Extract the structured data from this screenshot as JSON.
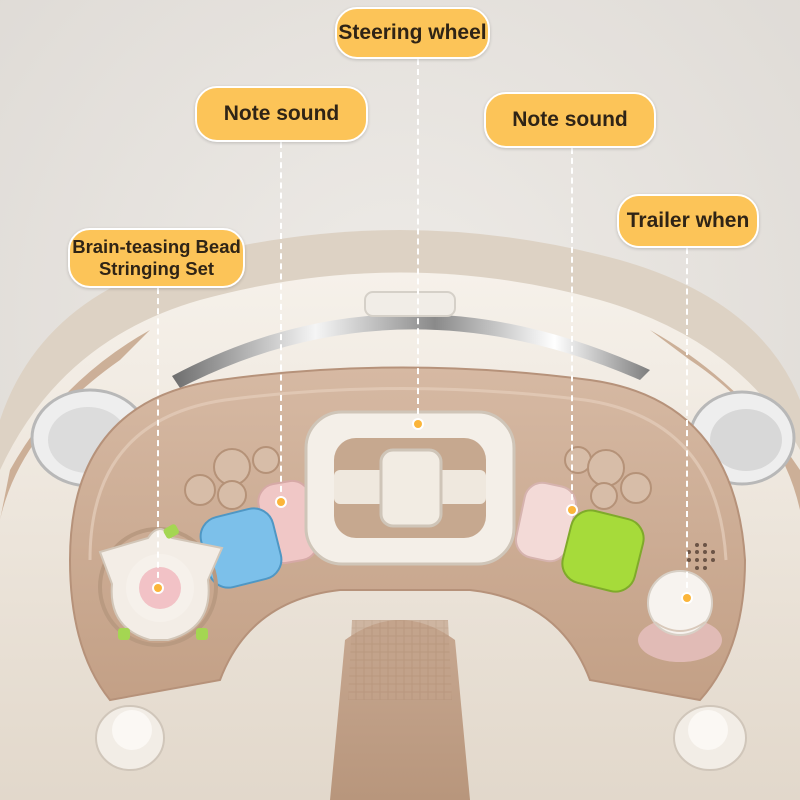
{
  "callouts": {
    "steering_wheel": "Steering wheel",
    "note_sound_left": "Note sound",
    "note_sound_right": "Note sound",
    "trailer_when": "Trailer when",
    "bead_line1": "Brain-teasing Bead",
    "bead_line2": "Stringing Set"
  },
  "colors": {
    "callout_fill": "#fcc458",
    "callout_text": "#2f2416",
    "tray_tan": "#c9a78d",
    "body_cream": "#efe8de",
    "button_blue": "#7cc0ea",
    "button_pink": "#f0c7c6",
    "button_green": "#a6db3a",
    "background": "#e9e6e2"
  },
  "icons": {
    "steering": "steering-wheel-icon",
    "bead": "bead-spinner-icon",
    "speaker": "speaker-icon"
  }
}
